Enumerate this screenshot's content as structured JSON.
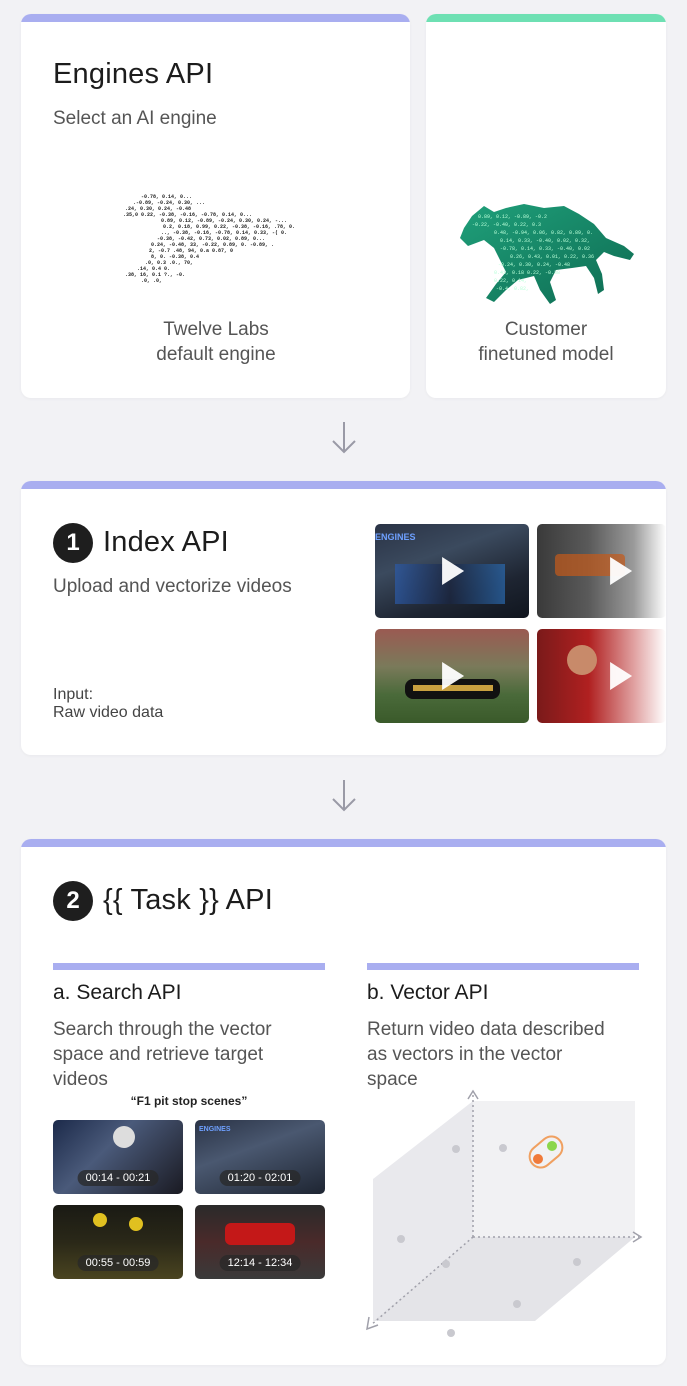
{
  "engines": {
    "title": "Engines API",
    "subtitle": "Select an AI engine",
    "default_caption": [
      "Twelve Labs",
      "default engine"
    ],
    "custom_caption": [
      "Customer",
      "finetuned model"
    ]
  },
  "index": {
    "step": "1",
    "title": "Index API",
    "subtitle": "Upload and vectorize videos",
    "input_label": "Input:",
    "input_value": "Raw video data"
  },
  "task": {
    "step": "2",
    "title": "{{ Task }} API",
    "search": {
      "title": "a. Search API",
      "desc": [
        "Search through the vector",
        "space and retrieve target",
        "videos"
      ],
      "query": "“F1 pit stop scenes”",
      "results": [
        "00:14 - 00:21",
        "01:20 - 02:01",
        "00:55 - 00:59",
        "12:14 - 12:34"
      ]
    },
    "vector": {
      "title": "b. Vector API",
      "desc": [
        "Return video data described",
        "as vectors in the vector",
        "space"
      ]
    }
  },
  "colors": {
    "accent_purple": "#a9aef0",
    "accent_green": "#6ee0b3",
    "highlight_green": "#8bd64b",
    "highlight_orange": "#f07a3a"
  }
}
